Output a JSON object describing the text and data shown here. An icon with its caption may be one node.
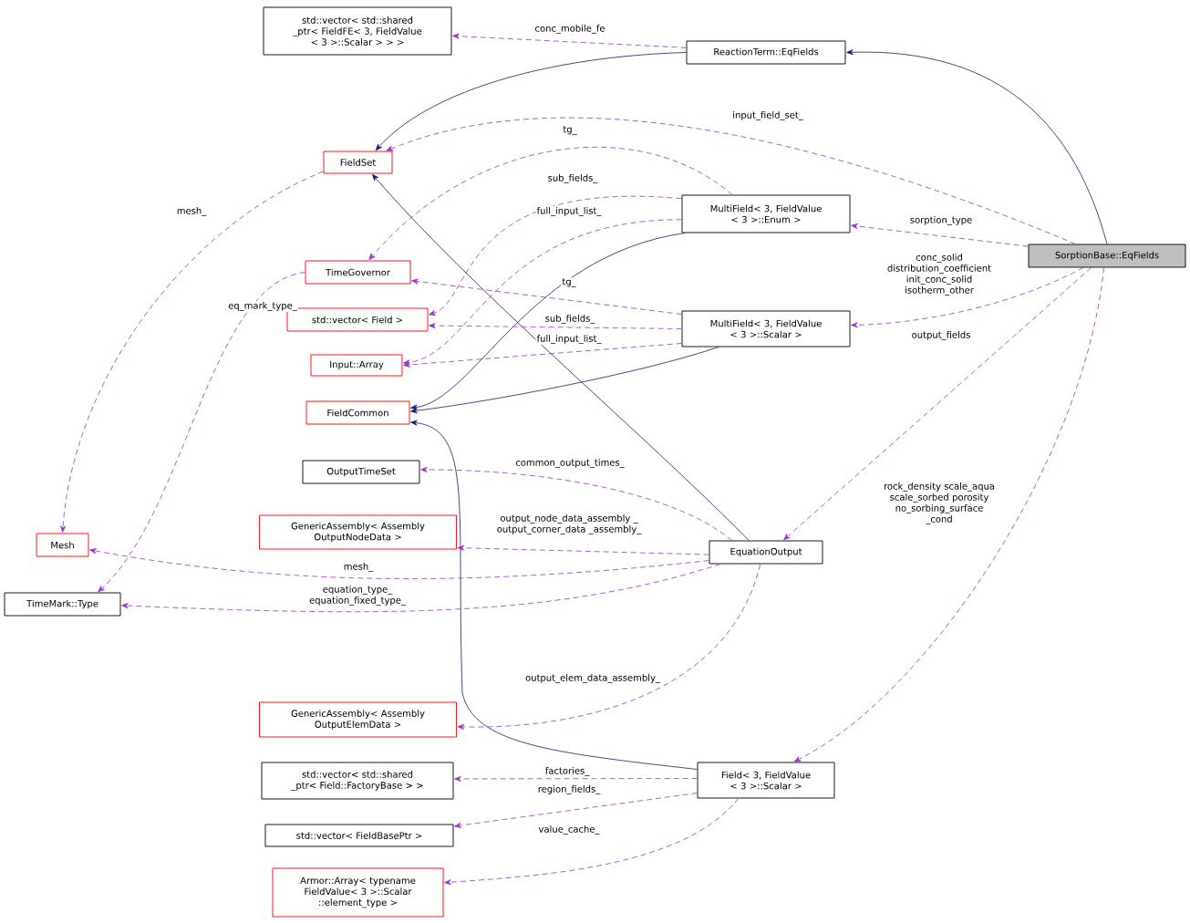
{
  "diagram": {
    "nodes": [
      {
        "text": [
          "std::vector< std::shared _ptr< FieldFE< 3, FieldValue < 3 >::Scalar > > >"
        ]
      },
      {
        "text": [
          "ReactionTerm::EqFields"
        ]
      },
      {
        "text": [
          "FieldSet"
        ]
      },
      {
        "text": [
          "MultiField< 3, FieldValue < 3 >::Enum >"
        ]
      },
      {
        "text": [
          "SorptionBase::EqFields"
        ]
      },
      {
        "text": [
          "TimeGovernor"
        ]
      },
      {
        "text": [
          "std::vector< Field >"
        ]
      },
      {
        "text": [
          "MultiField< 3, FieldValue < 3 >::Scalar >"
        ]
      },
      {
        "text": [
          "Input::Array"
        ]
      },
      {
        "text": [
          "FieldCommon"
        ]
      },
      {
        "text": [
          "OutputTimeSet"
        ]
      },
      {
        "text": [
          "Mesh"
        ]
      },
      {
        "text": [
          "GenericAssembly< Assembly OutputNodeData >"
        ]
      },
      {
        "text": [
          "EquationOutput"
        ]
      },
      {
        "text": [
          "TimeMark::Type"
        ]
      },
      {
        "text": [
          "GenericAssembly< Assembly OutputElemData >"
        ]
      },
      {
        "text": [
          "Field< 3, FieldValue < 3 >::Scalar >"
        ]
      },
      {
        "text": [
          "std::vector< std::shared _ptr< Field::FactoryBase > >"
        ]
      },
      {
        "text": [
          "std::vector< FieldBasePtr >"
        ]
      },
      {
        "text": [
          "Armor::Array< typename FieldValue< 3 >::Scalar ::element_type >"
        ]
      }
    ],
    "edges": [
      {
        "from": 4,
        "to": 1,
        "arrow": "to",
        "color": "#191970"
      },
      {
        "from": 1,
        "to": 2,
        "arrow": "to",
        "color": "#191970"
      },
      {
        "from": 13,
        "to": 2,
        "arrow": "to",
        "color": "#191970"
      },
      {
        "from": 3,
        "to": 9,
        "arrow": "to",
        "color": "#191970"
      },
      {
        "from": 7,
        "to": 9,
        "arrow": "to",
        "color": "#191970"
      },
      {
        "from": 16,
        "to": 9,
        "arrow": "to",
        "color": "#191970"
      },
      {
        "from": 1,
        "to": 0,
        "arrow": "to",
        "style": "dashed",
        "label": "conc_mobile_fe"
      },
      {
        "from": 4,
        "to": 2,
        "arrow": "to",
        "style": "dashed",
        "label": "input_field_set_"
      },
      {
        "from": 3,
        "to": 5,
        "arrow": "to",
        "style": "dashed",
        "label": "tg_"
      },
      {
        "from": 3,
        "to": 6,
        "arrow": "to",
        "style": "dashed",
        "label": "sub_fields_"
      },
      {
        "from": 3,
        "to": 8,
        "arrow": "to",
        "style": "dashed",
        "label": "full_input_list_"
      },
      {
        "from": 4,
        "to": 3,
        "arrow": "to",
        "style": "dashed",
        "label": "sorption_type"
      },
      {
        "from": 2,
        "to": 11,
        "arrow": "to",
        "style": "dashed",
        "label": "mesh_"
      },
      {
        "from": 5,
        "to": 14,
        "arrow": "to",
        "style": "dashed",
        "label": "eq_mark_type_"
      },
      {
        "from": 7,
        "to": 5,
        "arrow": "to",
        "style": "dashed",
        "label": "tg_"
      },
      {
        "from": 7,
        "to": 6,
        "arrow": "to",
        "style": "dashed",
        "label": "sub_fields_"
      },
      {
        "from": 7,
        "to": 8,
        "arrow": "to",
        "style": "dashed",
        "label": "full_input_list_"
      },
      {
        "from": 4,
        "to": 7,
        "arrow": "to",
        "style": "dashed",
        "label": "conc_solid distribution_coefficient init_conc_solid isotherm_other"
      },
      {
        "from": 4,
        "to": 13,
        "arrow": "to",
        "style": "dashed",
        "label": "output_fields"
      },
      {
        "from": 4,
        "to": 16,
        "arrow": "to",
        "style": "dashed",
        "label": "rock_density scale_aqua scale_sorbed porosity no_sorbing_surface _cond"
      },
      {
        "from": 13,
        "to": 10,
        "arrow": "to",
        "style": "dashed",
        "label": "common_output_times_"
      },
      {
        "from": 13,
        "to": 12,
        "arrow": "to",
        "style": "dashed",
        "label": "output_node_data_assembly _ output_corner_data _assembly_"
      },
      {
        "from": 13,
        "to": 11,
        "arrow": "to",
        "style": "dashed",
        "label": "mesh_"
      },
      {
        "from": 13,
        "to": 14,
        "arrow": "to",
        "style": "dashed",
        "label": "equation_type_ equation_fixed_type_"
      },
      {
        "from": 13,
        "to": 15,
        "arrow": "to",
        "style": "dashed",
        "label": "output_elem_data_assembly_"
      },
      {
        "from": 16,
        "to": 17,
        "arrow": "to",
        "style": "dashed",
        "label": "factories_"
      },
      {
        "from": 16,
        "to": 18,
        "arrow": "to",
        "style": "dashed",
        "label": "region_fields_"
      },
      {
        "from": 16,
        "to": 19,
        "arrow": "to",
        "style": "dashed",
        "label": "value_cache_"
      }
    ]
  }
}
